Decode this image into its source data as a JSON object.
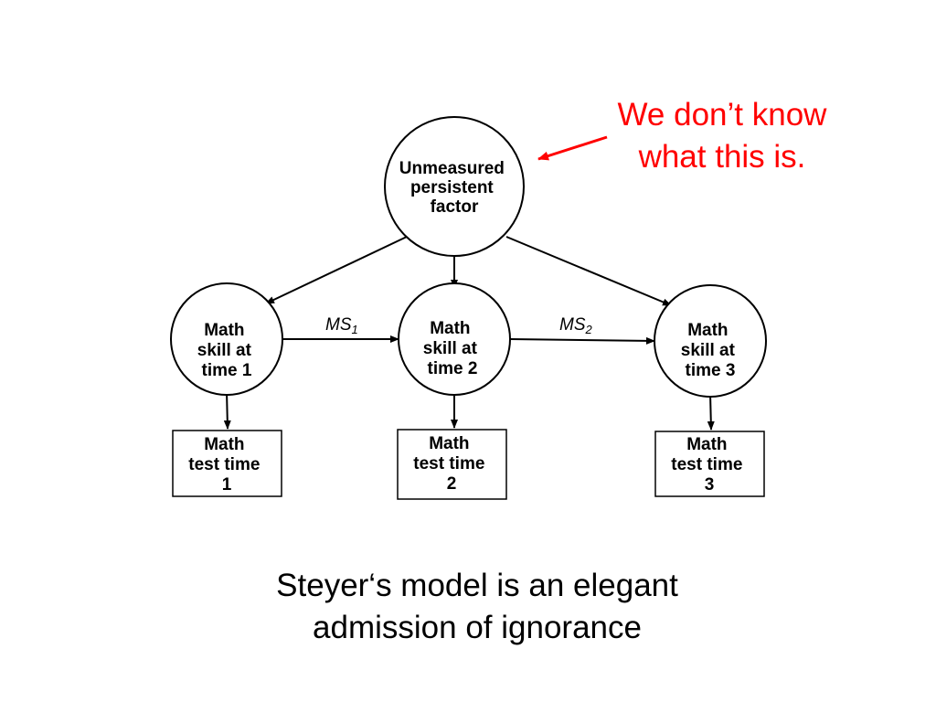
{
  "diagram": {
    "nodes": {
      "factor": [
        "Unmeasured",
        "persistent",
        "factor"
      ],
      "skill1": [
        "Math",
        "skill at",
        "time 1"
      ],
      "skill2": [
        "Math",
        "skill at",
        "time 2"
      ],
      "skill3": [
        "Math",
        "skill at",
        "time 3"
      ],
      "test1": [
        "Math",
        "test time",
        "1"
      ],
      "test2": [
        "Math",
        "test time",
        "2"
      ],
      "test3": [
        "Math",
        "test time",
        "3"
      ]
    },
    "edge_labels": {
      "ms1": {
        "main": "MS",
        "sub": "1"
      },
      "ms2": {
        "main": "MS",
        "sub": "2"
      }
    }
  },
  "annotation": {
    "lines": [
      "We don’t know",
      "what this is."
    ],
    "color": "#ff0000"
  },
  "caption": {
    "lines": [
      "Steyer‘s model is an elegant",
      "admission of ignorance"
    ]
  }
}
